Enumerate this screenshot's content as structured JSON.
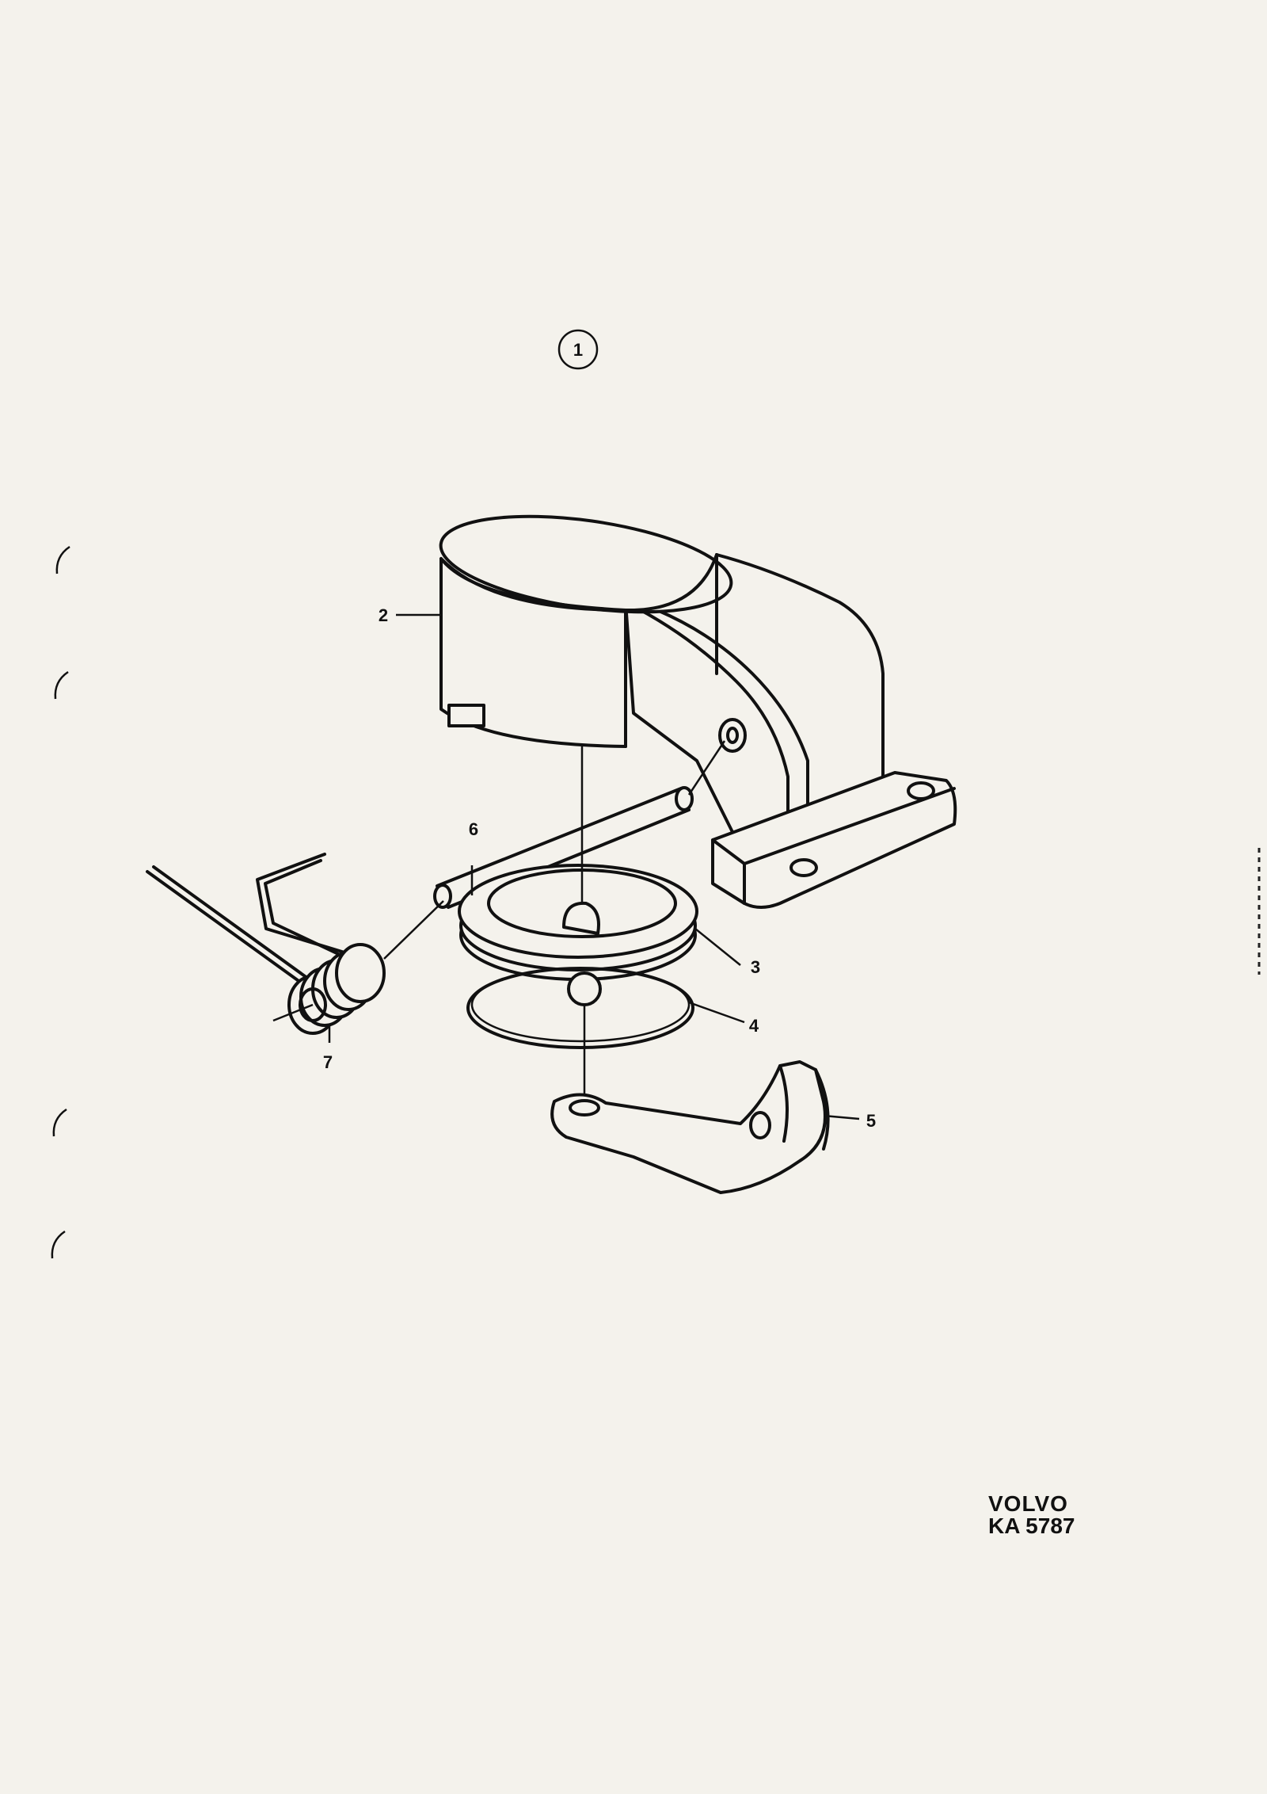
{
  "assembly_ref": "1",
  "callouts": {
    "p2": "2",
    "p3": "3",
    "p4": "4",
    "p5": "5",
    "p6": "6",
    "p7": "7"
  },
  "brand": {
    "name": "VOLVO",
    "code": "KA 5787"
  },
  "colors": {
    "paper": "#f4f2ec",
    "ink": "#111111"
  }
}
